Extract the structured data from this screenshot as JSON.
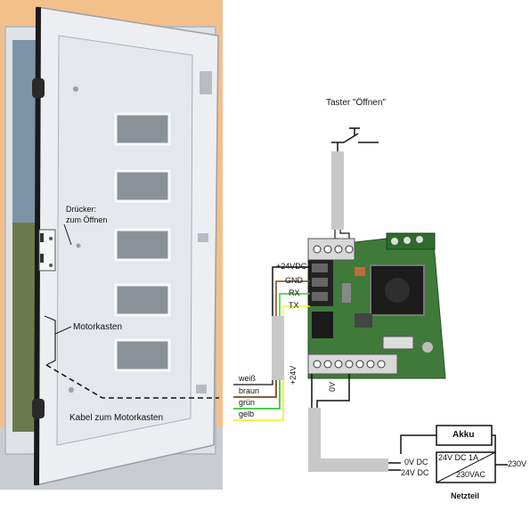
{
  "labels": {
    "taster": "Taster \"Öffnen\"",
    "druecker_line1": "Drücker:",
    "druecker_line2": "zum Öffnen",
    "motorkasten": "Motorkasten",
    "kabel": "Kabel zum Motorkasten",
    "term_24vdc": "+24VDC",
    "term_gnd": "GND",
    "term_rx": "RX",
    "term_tx": "TX",
    "wire_weiss": "weiß",
    "wire_braun": "braun",
    "wire_gruen": "grün",
    "wire_gelb": "gelb",
    "plus24v": "+24V",
    "zero_v": "0V",
    "akku": "Akku",
    "zero_v_dc": "0V DC",
    "plus24v_dc": "24V DC",
    "psu_out": "24V DC 1A",
    "psu_in": "230VAC",
    "mains": "230V",
    "netzteil": "Netzteil"
  },
  "colors": {
    "background_wall": "#f4c08a",
    "door_panel": "#e8eaee",
    "frame": "#dfe2e6",
    "cable_gray": "#c8c8c8",
    "pcb_green": "#3f7a3a",
    "wire_white": "#ffffff",
    "wire_brown": "#7a4a1e",
    "wire_green": "#33cc33",
    "wire_yellow": "#f2f23a"
  },
  "icons": [
    "door-handle-icon",
    "hinge-icon",
    "push-button-switch-icon",
    "microcontroller-chip-icon",
    "power-supply-icon",
    "battery-icon"
  ]
}
